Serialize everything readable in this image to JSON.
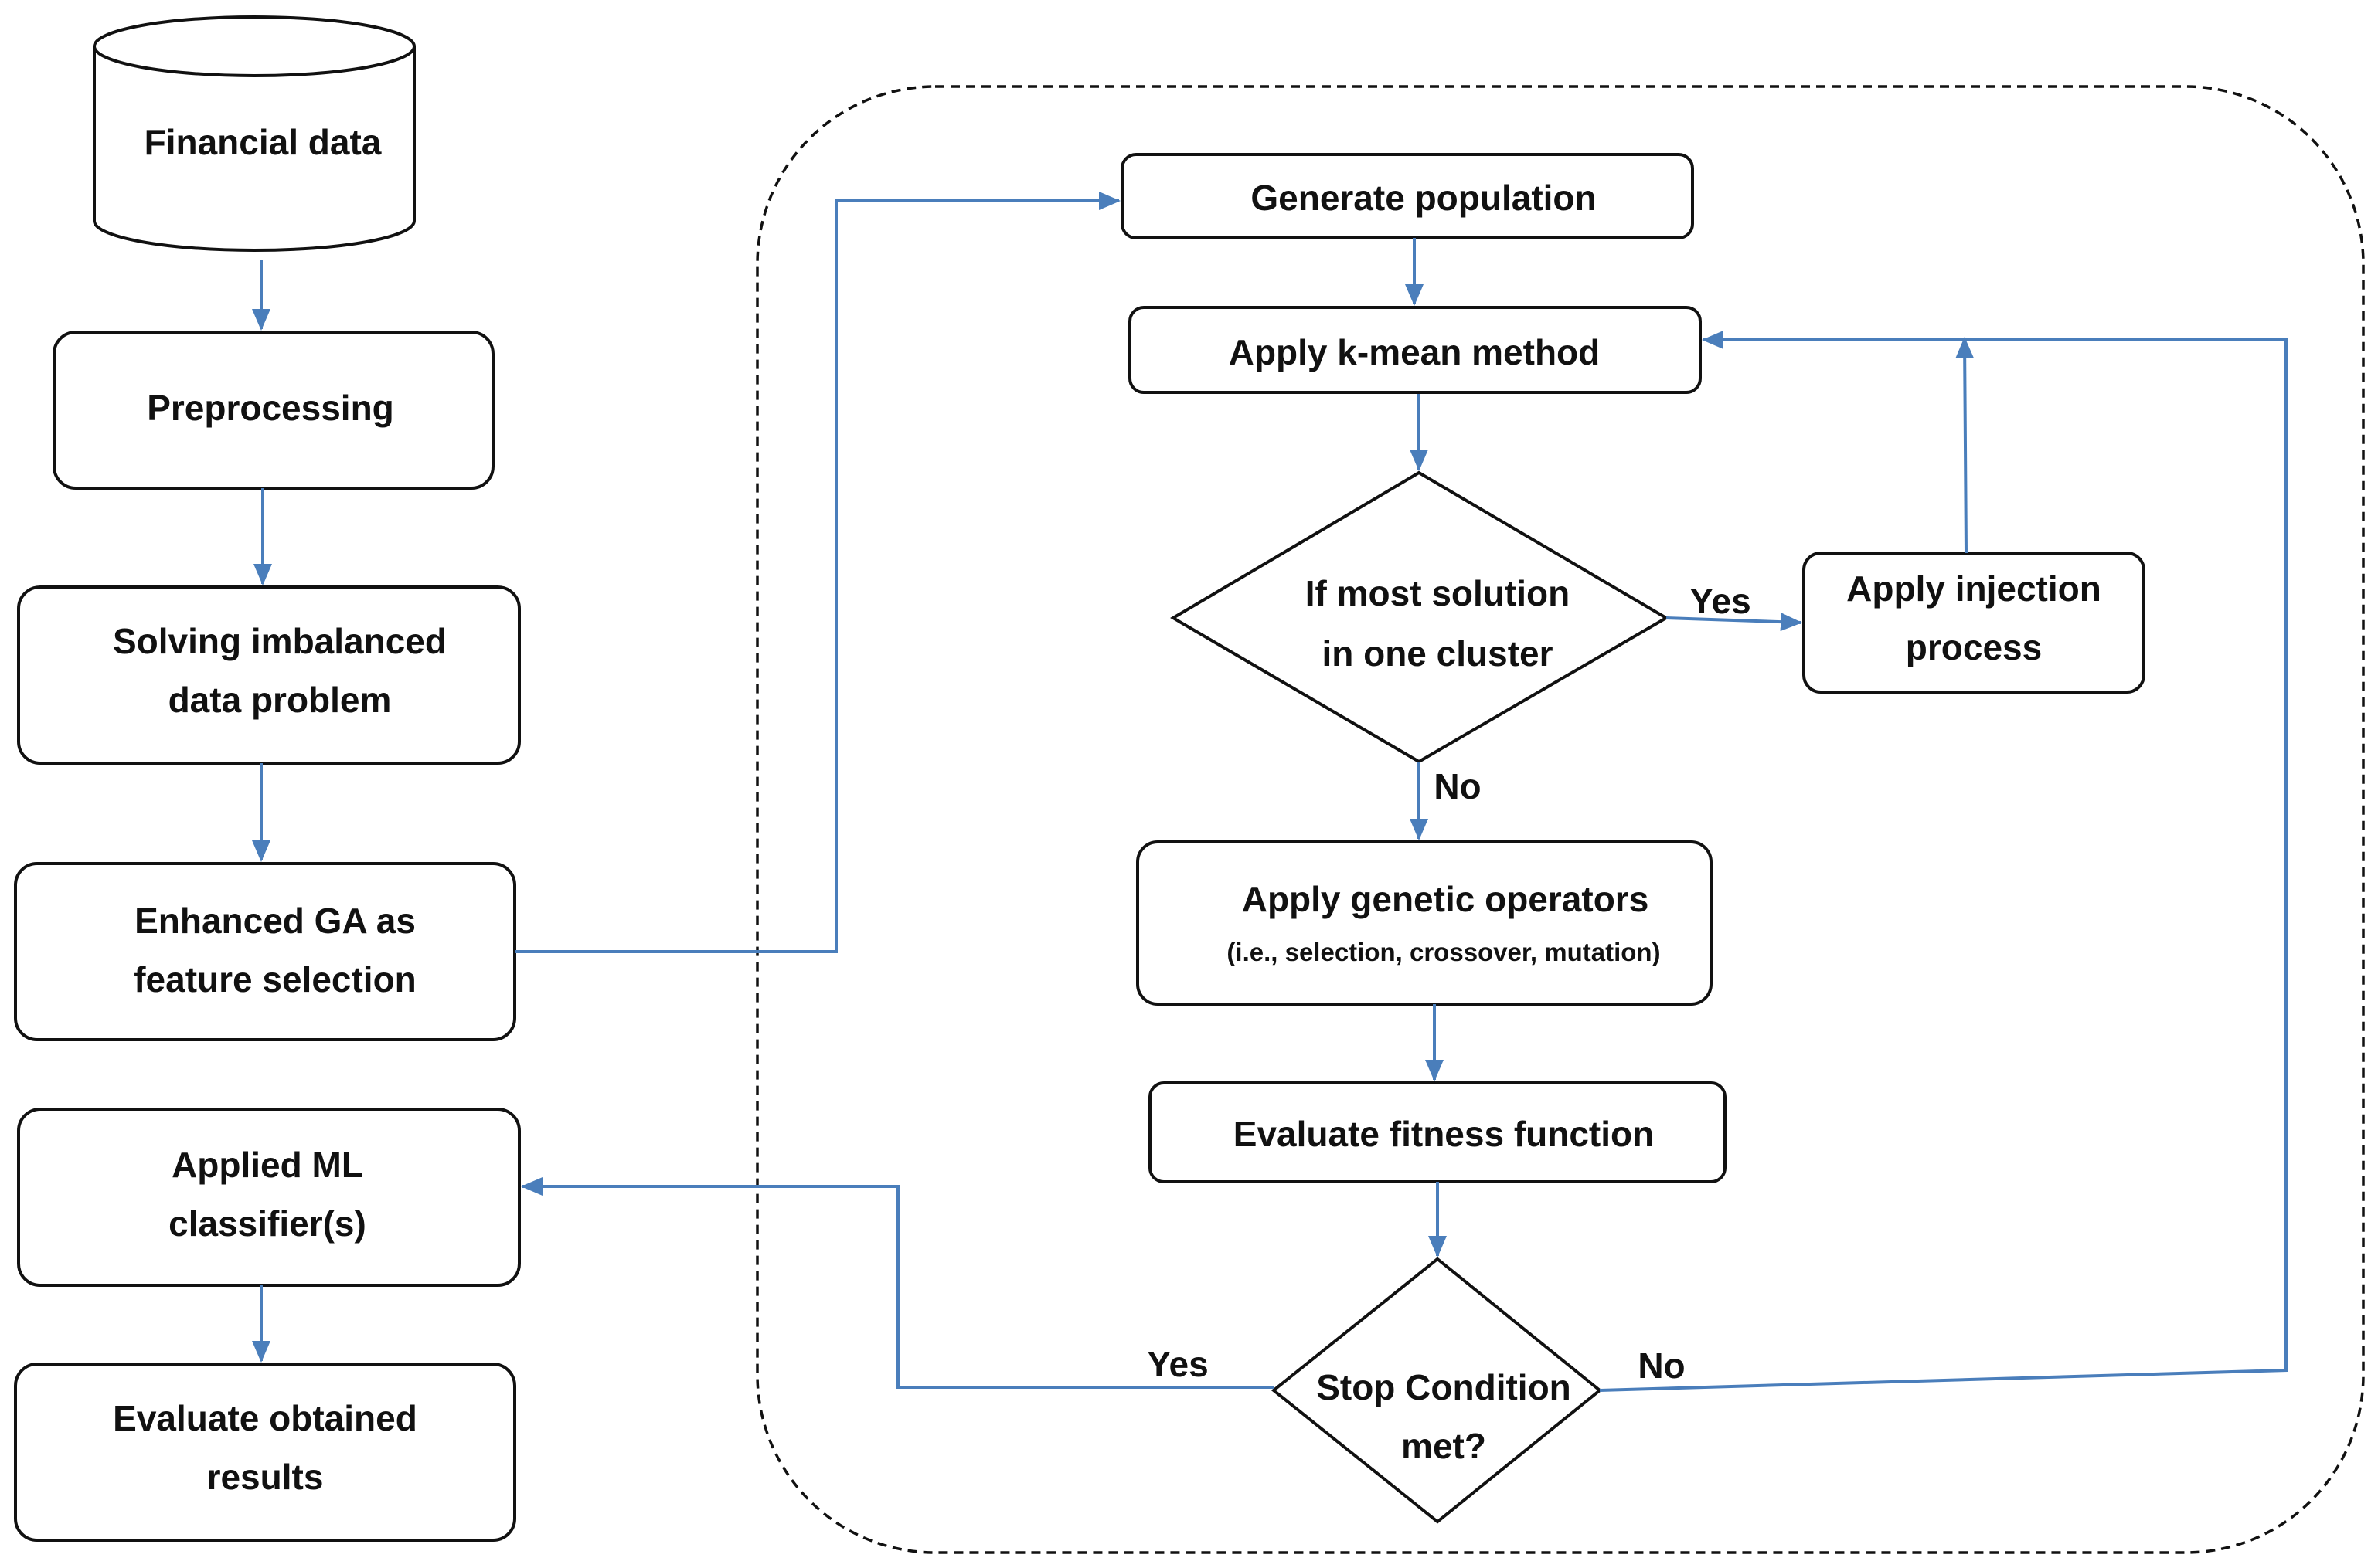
{
  "nodes": {
    "financial_data": "Financial data",
    "preprocessing": "Preprocessing",
    "solving": [
      "Solving imbalanced",
      "data problem"
    ],
    "enhanced_ga": [
      "Enhanced GA as",
      "feature selection"
    ],
    "applied_ml": [
      "Applied ML",
      "classifier(s)"
    ],
    "evaluate_results": [
      "Evaluate obtained",
      "results"
    ],
    "generate_population": "Generate population",
    "apply_kmean": "Apply k-mean method",
    "if_most_solution": [
      "If most solution",
      "in one cluster"
    ],
    "apply_injection": [
      "Apply injection",
      "process"
    ],
    "apply_genetic": "Apply genetic operators",
    "genetic_detail": "(i.e., selection, crossover, mutation)",
    "evaluate_fitness": "Evaluate fitness function",
    "stop_condition": [
      "Stop Condition",
      "met?"
    ]
  },
  "edge_labels": {
    "cluster_yes": "Yes",
    "cluster_no": "No",
    "stop_yes": "Yes",
    "stop_no": "No"
  },
  "colors": {
    "arrow": "#4a7ebb",
    "outline": "#111111"
  }
}
